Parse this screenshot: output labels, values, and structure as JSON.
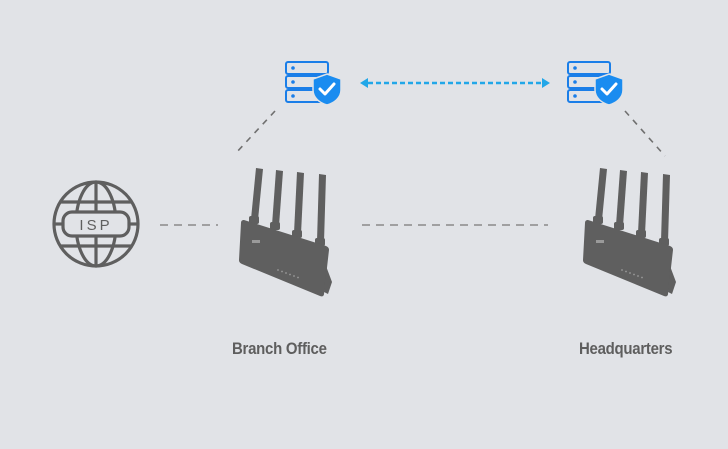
{
  "diagram": {
    "isp": {
      "label": "ISP",
      "icon": "globe-icon"
    },
    "branch": {
      "label": "Branch Office",
      "icon": "router-icon",
      "server_icon": "secure-server-icon"
    },
    "headquarters": {
      "label": "Headquarters",
      "icon": "router-icon",
      "server_icon": "secure-server-icon"
    },
    "colors": {
      "background": "#e1e3e7",
      "accent": "#1a8cf0",
      "link": "#22a7e8",
      "router": "#5f5f5f",
      "text": "#5e5e5e",
      "dash": "#8a8a8a"
    }
  }
}
